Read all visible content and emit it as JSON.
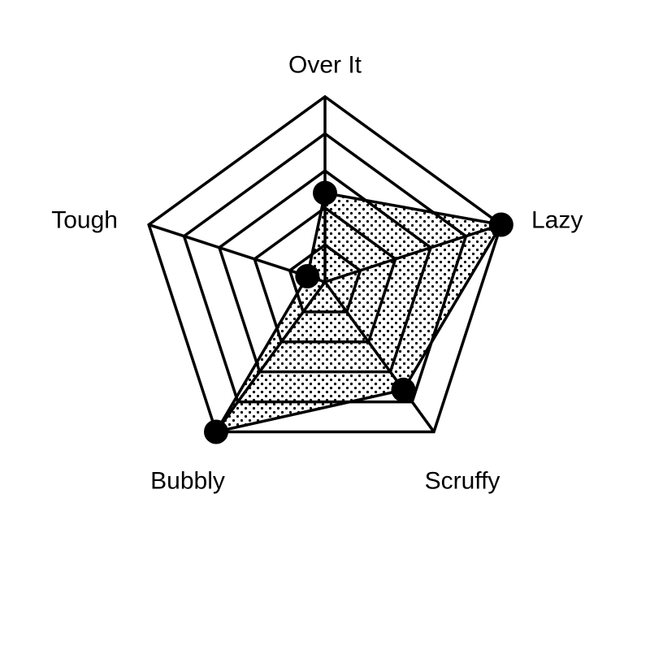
{
  "chart_data": {
    "type": "radar",
    "axes": [
      "Over It",
      "Lazy",
      "Scruffy",
      "Bubbly",
      "Tough"
    ],
    "series": [
      {
        "values": [
          2.4,
          5.0,
          3.6,
          5.0,
          0.5
        ]
      }
    ],
    "rlim": [
      0,
      5
    ],
    "grid_levels": [
      1,
      2,
      3,
      4,
      5
    ],
    "grid": true,
    "fill_pattern": "dots",
    "colors": {
      "line": "#000000",
      "fill_dot": "#000000",
      "background": "#ffffff"
    }
  }
}
